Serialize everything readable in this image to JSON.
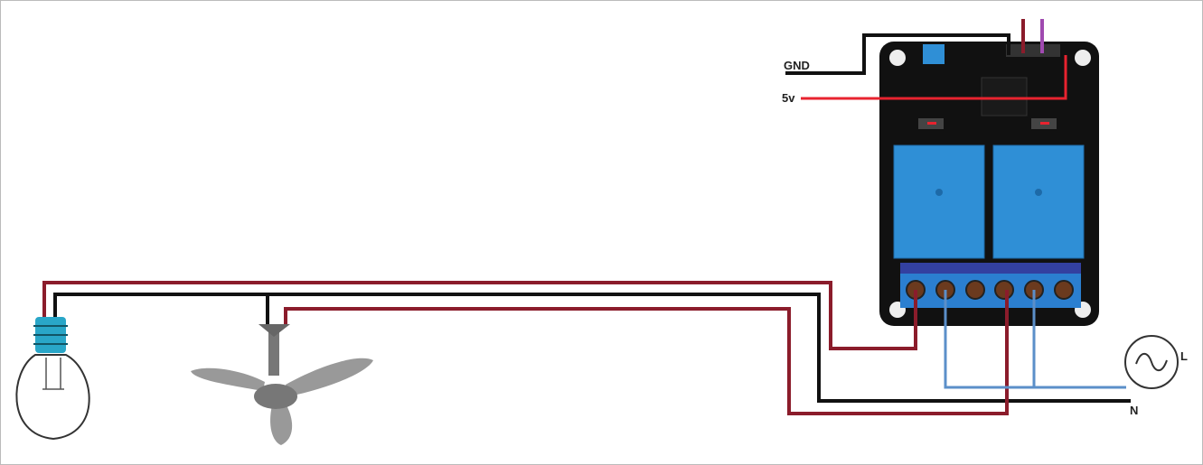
{
  "labels": {
    "gnd": "GND",
    "vcc": "5v",
    "live": "L",
    "neutral": "N"
  },
  "colors": {
    "line_red": "#8b1c2b",
    "black": "#111111",
    "blue": "#5b8fc9",
    "vcc_red": "#e8232f",
    "purple": "#a04ab0",
    "relay_blue": "#2f8fd6",
    "terminal_blue": "#2b7fd0",
    "board": "#111111"
  }
}
